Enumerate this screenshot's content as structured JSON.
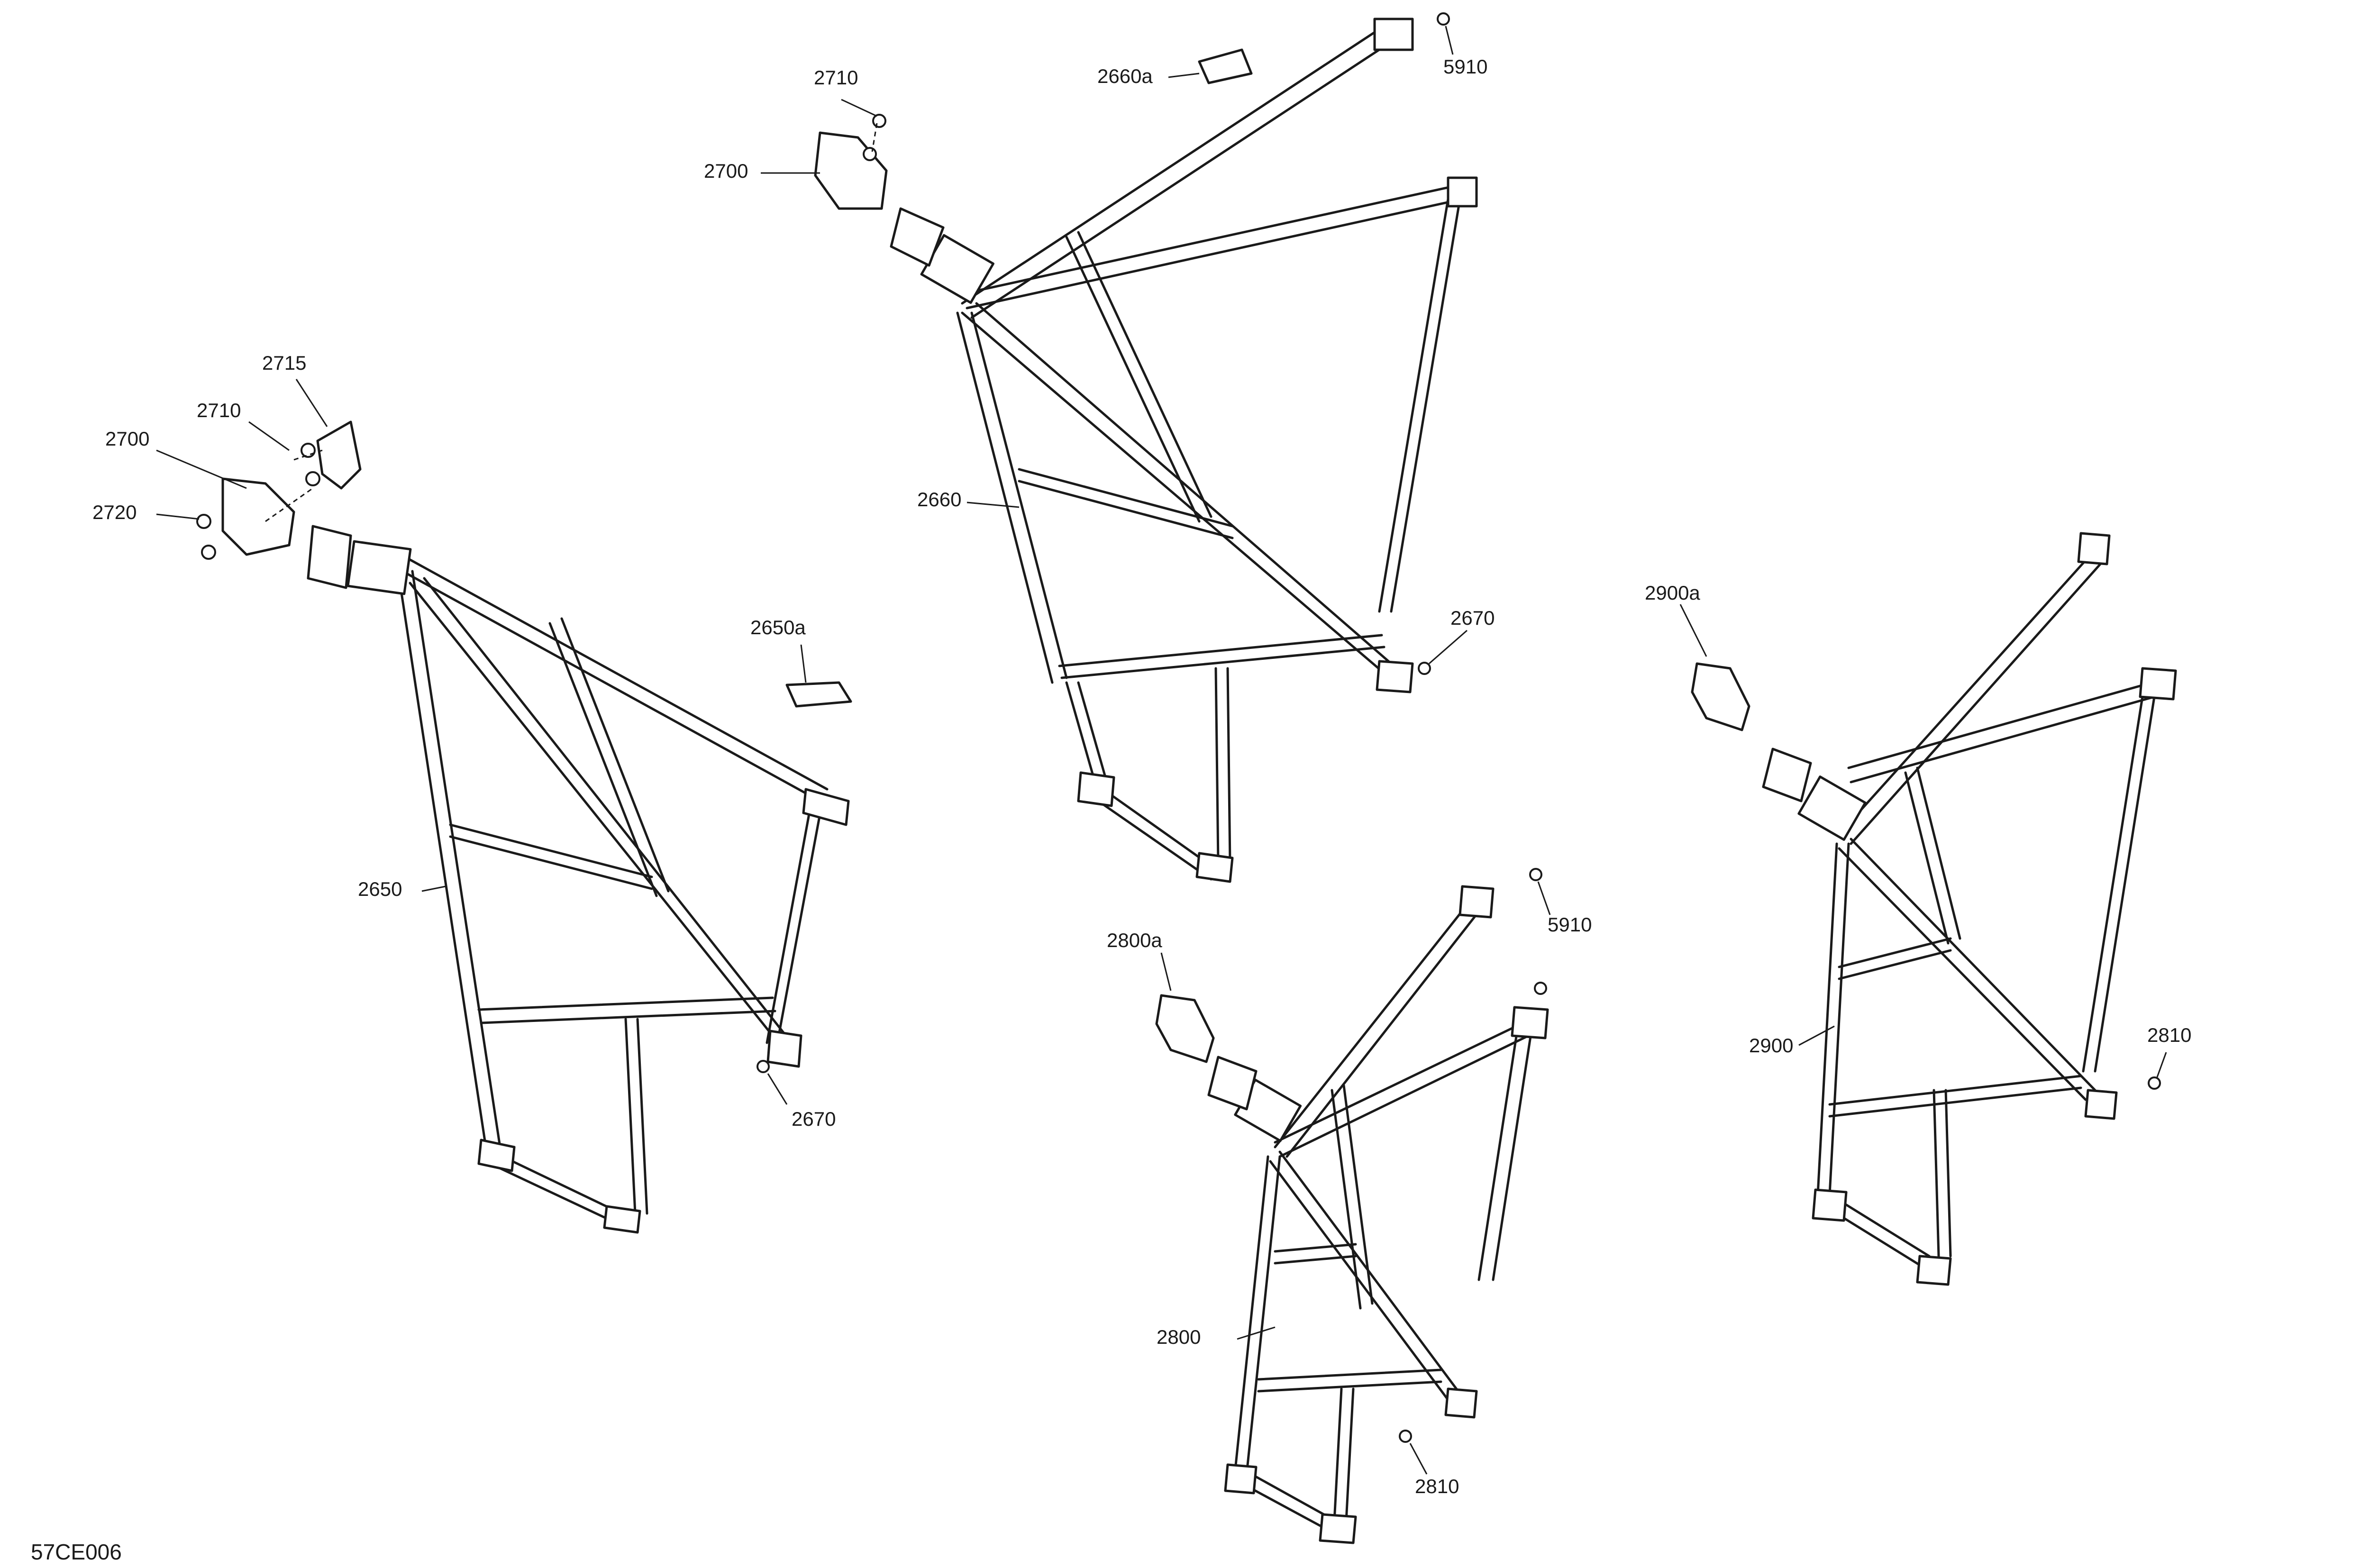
{
  "callouts": {
    "c2715": "2715",
    "c2710_left": "2710",
    "c2700_left": "2700",
    "c2720": "2720",
    "c2650": "2650",
    "c2650a": "2650a",
    "c2670_left": "2670",
    "c2710_top": "2710",
    "c2700_top": "2700",
    "c2660a": "2660a",
    "c5910_top": "5910",
    "c2660": "2660",
    "c2670_top": "2670",
    "c2800a": "2800a",
    "c5910_mid": "5910",
    "c2800": "2800",
    "c2810_bottom": "2810",
    "c2900a": "2900a",
    "c2900": "2900",
    "c2810_right": "2810"
  },
  "figure_id": "57CE006"
}
